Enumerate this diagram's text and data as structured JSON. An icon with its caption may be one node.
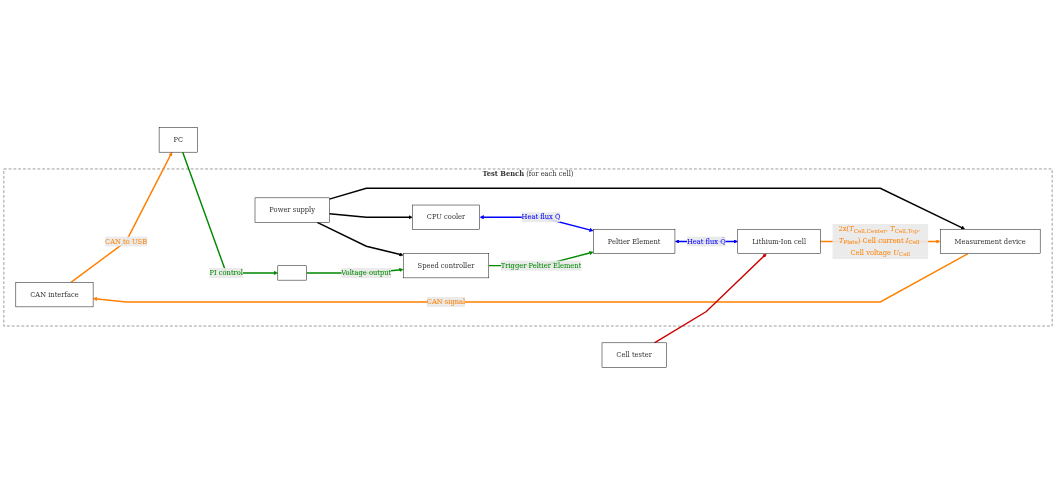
{
  "diagram": {
    "nodes": [
      {
        "text": [
          "**Test Bench** (for each cell)"
        ]
      },
      {
        "text": [
          "CAN interface"
        ],
        "in": 0
      },
      {
        "text": [
          "Measurement device"
        ],
        "in": 0
      },
      {
        "text": [
          "PC"
        ]
      },
      {
        "text": [
          "Power supply"
        ],
        "in": 0
      },
      {
        "text": [
          "CPU cooler"
        ],
        "in": 0
      },
      {
        "text": [
          "Lithium-Ion cell"
        ],
        "in": 0
      },
      {
        "text": [
          "Cell tester"
        ]
      },
      {
        "text": [],
        "shape": "box",
        "in": 0
      },
      {
        "text": [
          "Speed controller"
        ],
        "in": 0
      },
      {
        "text": [
          "Peltier Element"
        ],
        "in": 0
      }
    ],
    "edges": [
      {
        "from": 2,
        "to": 1,
        "arrow": "to",
        "label": "CAN signal",
        "color": "#ff8000"
      },
      {
        "from": 1,
        "to": 3,
        "arrow": "to",
        "label": "CAN to USB",
        "color": "#ff8000"
      },
      {
        "from": 6,
        "to": 2,
        "arrow": "to",
        "label": "2x(*T*$_{Cell,Center}$, *T*$_{Cell,Top}$, *T*$_{Plate}$) Cell current *I*$_{Cell}$ Cell voltage *U*$_{Cell}$",
        "color": "#ff8000"
      },
      {
        "from": 4,
        "to": 2,
        "arrow": "to",
        "color": "#000000"
      },
      {
        "from": 4,
        "to": 5,
        "arrow": "to",
        "color": "#000000"
      },
      {
        "from": 4,
        "to": 9,
        "arrow": "to",
        "color": "#000000"
      },
      {
        "from": 5,
        "to": 10,
        "arrow": "both",
        "label": "Heat flux Q̇",
        "color": "#0000ff"
      },
      {
        "from": 10,
        "to": 6,
        "arrow": "both",
        "label": "Heat flux Q̇",
        "color": "#0000ff"
      },
      {
        "from": 7,
        "to": 6,
        "arrow": "to",
        "color": "#cc0000"
      },
      {
        "from": 3,
        "to": 8,
        "arrow": "to",
        "label": "PI control",
        "color": "#008800"
      },
      {
        "from": 8,
        "to": 9,
        "arrow": "to",
        "label": "Voltage output",
        "color": "#008800"
      },
      {
        "from": 9,
        "to": 10,
        "arrow": "to",
        "label": "Trigger Peltier Element",
        "color": "#008800"
      }
    ]
  }
}
